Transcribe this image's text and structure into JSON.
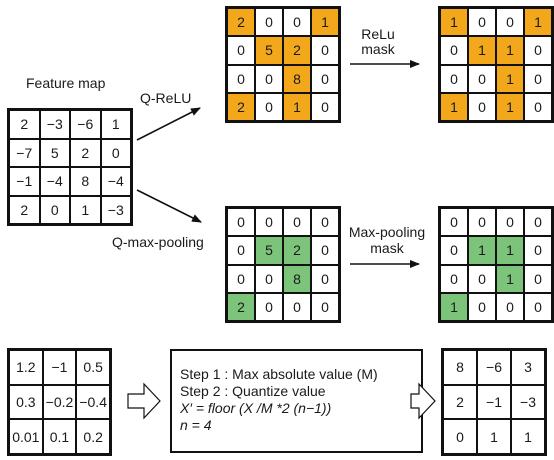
{
  "labels": {
    "feature_map": "Feature map",
    "q_relu": "Q-ReLU",
    "relu_mask": "ReLu mask",
    "q_max_pooling": "Q-max-pooling",
    "max_pooling_mask": "Max-pooling mask"
  },
  "colors": {
    "highlight_orange": "#f3a81c",
    "highlight_green": "#7cc47a"
  },
  "grids": {
    "feature_map": [
      [
        "2",
        "−3",
        "−6",
        "1"
      ],
      [
        "−7",
        "5",
        "2",
        "0"
      ],
      [
        "−1",
        "−4",
        "8",
        "−4"
      ],
      [
        "2",
        "0",
        "1",
        "−3"
      ]
    ],
    "relu_output": [
      [
        "2",
        "0",
        "0",
        "1"
      ],
      [
        "0",
        "5",
        "2",
        "0"
      ],
      [
        "0",
        "0",
        "8",
        "0"
      ],
      [
        "2",
        "0",
        "1",
        "0"
      ]
    ],
    "relu_output_highlight": [
      [
        1,
        0,
        0,
        1
      ],
      [
        0,
        1,
        1,
        0
      ],
      [
        0,
        0,
        1,
        0
      ],
      [
        1,
        0,
        1,
        0
      ]
    ],
    "relu_mask": [
      [
        "1",
        "0",
        "0",
        "1"
      ],
      [
        "0",
        "1",
        "1",
        "0"
      ],
      [
        "0",
        "0",
        "1",
        "0"
      ],
      [
        "1",
        "0",
        "1",
        "0"
      ]
    ],
    "relu_mask_highlight": [
      [
        1,
        0,
        0,
        1
      ],
      [
        0,
        1,
        1,
        0
      ],
      [
        0,
        0,
        1,
        0
      ],
      [
        1,
        0,
        1,
        0
      ]
    ],
    "maxpool_output": [
      [
        "0",
        "0",
        "0",
        "0"
      ],
      [
        "0",
        "5",
        "2",
        "0"
      ],
      [
        "0",
        "0",
        "8",
        "0"
      ],
      [
        "2",
        "0",
        "0",
        "0"
      ]
    ],
    "maxpool_output_highlight": [
      [
        0,
        0,
        0,
        0
      ],
      [
        0,
        1,
        1,
        0
      ],
      [
        0,
        0,
        1,
        0
      ],
      [
        1,
        0,
        0,
        0
      ]
    ],
    "maxpool_mask": [
      [
        "0",
        "0",
        "0",
        "0"
      ],
      [
        "0",
        "1",
        "1",
        "0"
      ],
      [
        "0",
        "0",
        "1",
        "0"
      ],
      [
        "1",
        "0",
        "0",
        "0"
      ]
    ],
    "maxpool_mask_highlight": [
      [
        0,
        0,
        0,
        0
      ],
      [
        0,
        1,
        1,
        0
      ],
      [
        0,
        0,
        1,
        0
      ],
      [
        1,
        0,
        0,
        0
      ]
    ],
    "quant_input": [
      [
        "1.2",
        "−1",
        "0.5"
      ],
      [
        "0.3",
        "−0.2",
        "−0.4"
      ],
      [
        "0.01",
        "0.1",
        "0.2"
      ]
    ],
    "quant_output": [
      [
        "8",
        "−6",
        "3"
      ],
      [
        "2",
        "−1",
        "−3"
      ],
      [
        "0",
        "1",
        "1"
      ]
    ]
  },
  "steps": {
    "step1": "Step 1 : Max absolute value (M)",
    "step2": "Step 2 : Quantize value",
    "formula": "X′ = floor (X /M *2 (n−1))",
    "n": "n = 4"
  }
}
